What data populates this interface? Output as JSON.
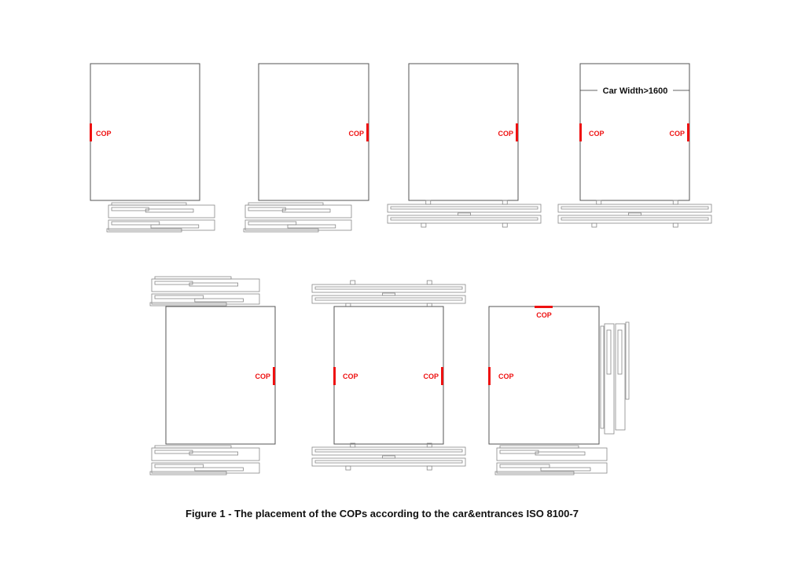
{
  "cop_label": "COP",
  "dimension_label": "Car Width>1600",
  "caption": "Figure 1 - The placement of the COPs according to the car&entrances ISO 8100-7",
  "colors": {
    "cop": "#ee1111",
    "outline": "#555555",
    "door": "#888888"
  }
}
